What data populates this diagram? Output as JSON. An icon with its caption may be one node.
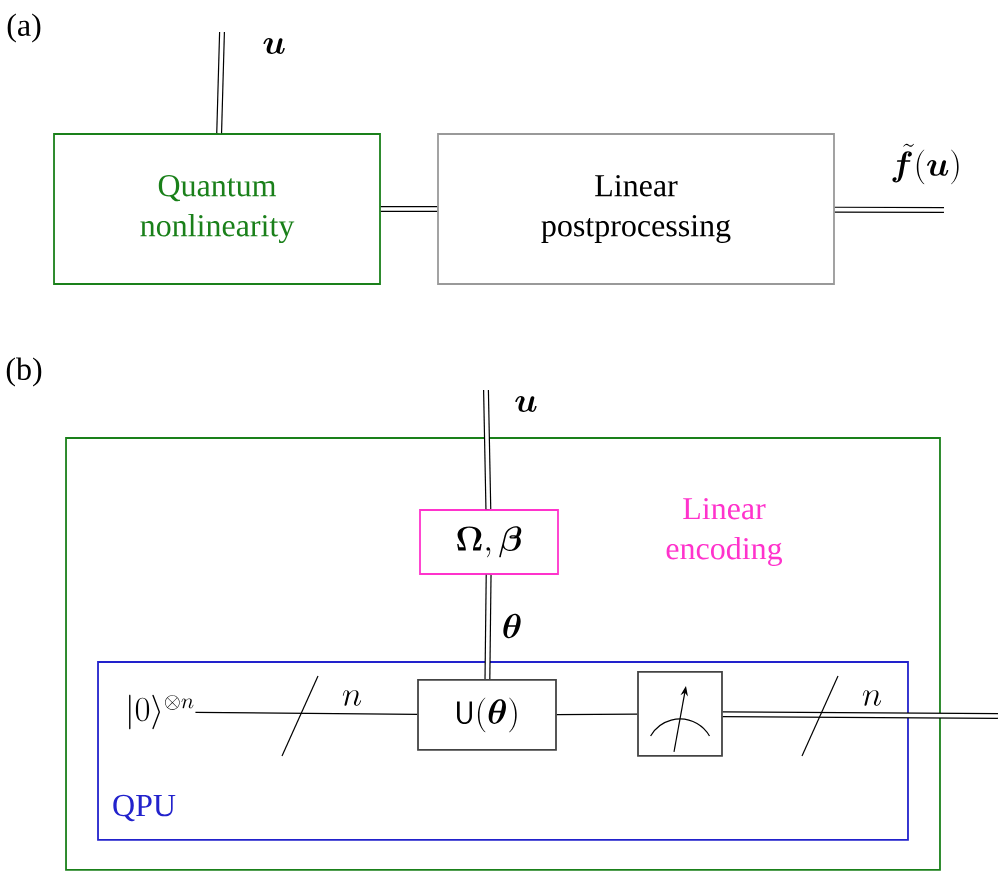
{
  "diagram": {
    "nodes": [
      {
        "text": [
          "Quantum nonlinearity"
        ]
      },
      {
        "text": [
          "Linear postprocessing"
        ]
      },
      {
        "text": [],
        "shape": "box"
      },
      {
        "text": [
          "\\boldsymbol{\\Omega},\\boldsymbol{\\beta}"
        ],
        "in": 2,
        "beside": [
          "Linear encoding"
        ]
      },
      {
        "text": [
          "QPU"
        ],
        "in": 2
      },
      {
        "text": [
          "|0\\rangle^{\\otimes n}"
        ],
        "in": 4
      },
      {
        "text": [
          "\\mathsf{U}(\\boldsymbol{\\theta})"
        ],
        "in": 4
      },
      {
        "text": [],
        "shape": "meter",
        "in": 4
      }
    ],
    "edges": [
      {
        "from": null,
        "to": 0,
        "arrow": "none",
        "label": "\\boldsymbol{u}"
      },
      {
        "from": 0,
        "to": 1,
        "arrow": "none"
      },
      {
        "from": 1,
        "to": null,
        "arrow": "none",
        "label": "\\tilde{\\boldsymbol{f}}(\\boldsymbol{u})"
      },
      {
        "from": null,
        "to": 3,
        "arrow": "none",
        "label": "\\boldsymbol{u}"
      },
      {
        "from": 3,
        "to": 6,
        "arrow": "none",
        "label": "\\boldsymbol{\\theta}"
      },
      {
        "from": 5,
        "to": 6,
        "arrow": "none",
        "label": "n"
      },
      {
        "from": 6,
        "to": 7,
        "arrow": "none"
      },
      {
        "from": 7,
        "to": null,
        "arrow": "none",
        "label": "n"
      }
    ],
    "labels": [
      "(a)",
      "(b)"
    ]
  }
}
